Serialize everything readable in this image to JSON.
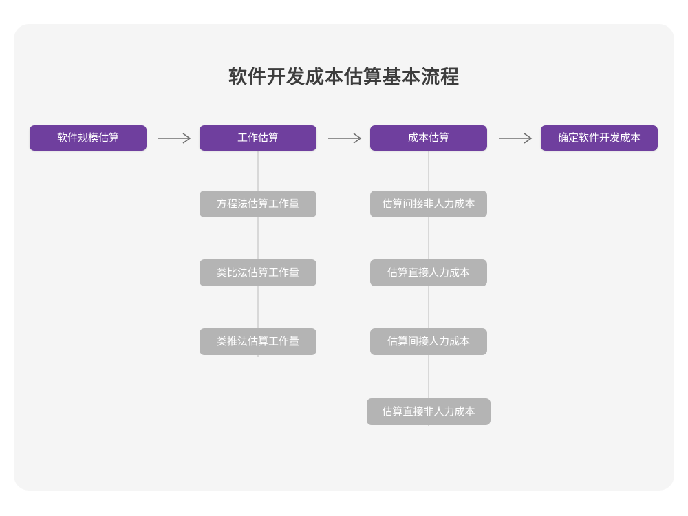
{
  "title": "软件开发成本估算基本流程",
  "theme": {
    "page_background": "#ffffff",
    "card_background": "#f5f5f5",
    "primary_color": "#6f3f9e",
    "secondary_color": "#b4b4b4",
    "title_color": "#3d3d3d",
    "connector_color": "#d8d8d8",
    "arrow_color": "#6e6e6e",
    "node_text_color": "#ffffff"
  },
  "flow": {
    "stages": [
      {
        "id": "stage-1",
        "label": "软件规模估算",
        "substeps": []
      },
      {
        "id": "stage-2",
        "label": "工作估算",
        "substeps": [
          "方程法估算工作量",
          "类比法估算工作量",
          "类推法估算工作量"
        ]
      },
      {
        "id": "stage-3",
        "label": "成本估算",
        "substeps": [
          "估算间接非人力成本",
          "估算直接人力成本",
          "估算间接人力成本",
          "估算直接非人力成本"
        ]
      },
      {
        "id": "stage-4",
        "label": "确定软件开发成本",
        "substeps": []
      }
    ],
    "connectors": [
      {
        "id": "arrow-1",
        "from": "stage-1",
        "to": "stage-2",
        "glyph": "arrow-right-icon"
      },
      {
        "id": "arrow-2",
        "from": "stage-2",
        "to": "stage-3",
        "glyph": "arrow-right-icon"
      },
      {
        "id": "arrow-3",
        "from": "stage-3",
        "to": "stage-4",
        "glyph": "arrow-right-icon"
      }
    ]
  },
  "chart_data": {
    "type": "diagram",
    "title": "软件开发成本估算基本流程",
    "orientation": "horizontal-with-vertical-branches",
    "nodes": [
      {
        "level": 1,
        "column": 1,
        "text": "软件规模估算",
        "style": "primary"
      },
      {
        "level": 1,
        "column": 2,
        "text": "工作估算",
        "style": "primary"
      },
      {
        "level": 1,
        "column": 3,
        "text": "成本估算",
        "style": "primary"
      },
      {
        "level": 1,
        "column": 4,
        "text": "确定软件开发成本",
        "style": "primary"
      },
      {
        "level": 2,
        "column": 2,
        "text": "方程法估算工作量",
        "style": "secondary"
      },
      {
        "level": 2,
        "column": 2,
        "text": "类比法估算工作量",
        "style": "secondary"
      },
      {
        "level": 2,
        "column": 2,
        "text": "类推法估算工作量",
        "style": "secondary"
      },
      {
        "level": 2,
        "column": 3,
        "text": "估算间接非人力成本",
        "style": "secondary"
      },
      {
        "level": 2,
        "column": 3,
        "text": "估算直接人力成本",
        "style": "secondary"
      },
      {
        "level": 2,
        "column": 3,
        "text": "估算间接人力成本",
        "style": "secondary"
      },
      {
        "level": 2,
        "column": 3,
        "text": "估算直接非人力成本",
        "style": "secondary"
      }
    ],
    "edges": [
      {
        "from": "软件规模估算",
        "to": "工作估算",
        "type": "arrow"
      },
      {
        "from": "工作估算",
        "to": "成本估算",
        "type": "arrow"
      },
      {
        "from": "成本估算",
        "to": "确定软件开发成本",
        "type": "arrow"
      },
      {
        "from": "工作估算",
        "to": "方程法估算工作量",
        "type": "line"
      },
      {
        "from": "工作估算",
        "to": "类比法估算工作量",
        "type": "line"
      },
      {
        "from": "工作估算",
        "to": "类推法估算工作量",
        "type": "line"
      },
      {
        "from": "成本估算",
        "to": "估算间接非人力成本",
        "type": "line"
      },
      {
        "from": "成本估算",
        "to": "估算直接人力成本",
        "type": "line"
      },
      {
        "from": "成本估算",
        "to": "估算间接人力成本",
        "type": "line"
      },
      {
        "from": "成本估算",
        "to": "估算直接非人力成本",
        "type": "line"
      }
    ]
  }
}
